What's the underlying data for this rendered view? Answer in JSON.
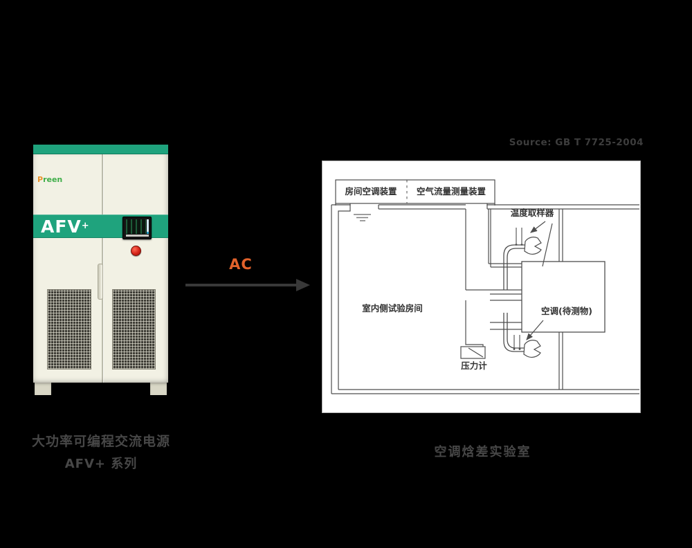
{
  "page": {
    "background": "#000000"
  },
  "source_note": "Source: GB T 7725-2004",
  "cabinet": {
    "brand_first_letter": "P",
    "brand_rest": "reen",
    "model": "AFV",
    "model_sup": "+",
    "caption_line1": "大功率可编程交流电源",
    "caption_line2": "AFV+ 系列",
    "band_color": "#1FA37D",
    "body_color": "#F2F1E4",
    "estop_color": "#D42318"
  },
  "connection": {
    "label": "AC",
    "label_color": "#E2622B",
    "arrow_color": "#383838"
  },
  "diagram": {
    "caption": "空调焓差实验室",
    "line_color": "#4d4d4d",
    "labels": {
      "room_ac_device": "房间空调装置",
      "air_flow_device": "空气流量测量装置",
      "temp_sampler": "温度取样器",
      "indoor_room": "室内侧试验房间",
      "ac_unit": "空调(待测物)",
      "pressure_gauge": "压力计"
    }
  }
}
